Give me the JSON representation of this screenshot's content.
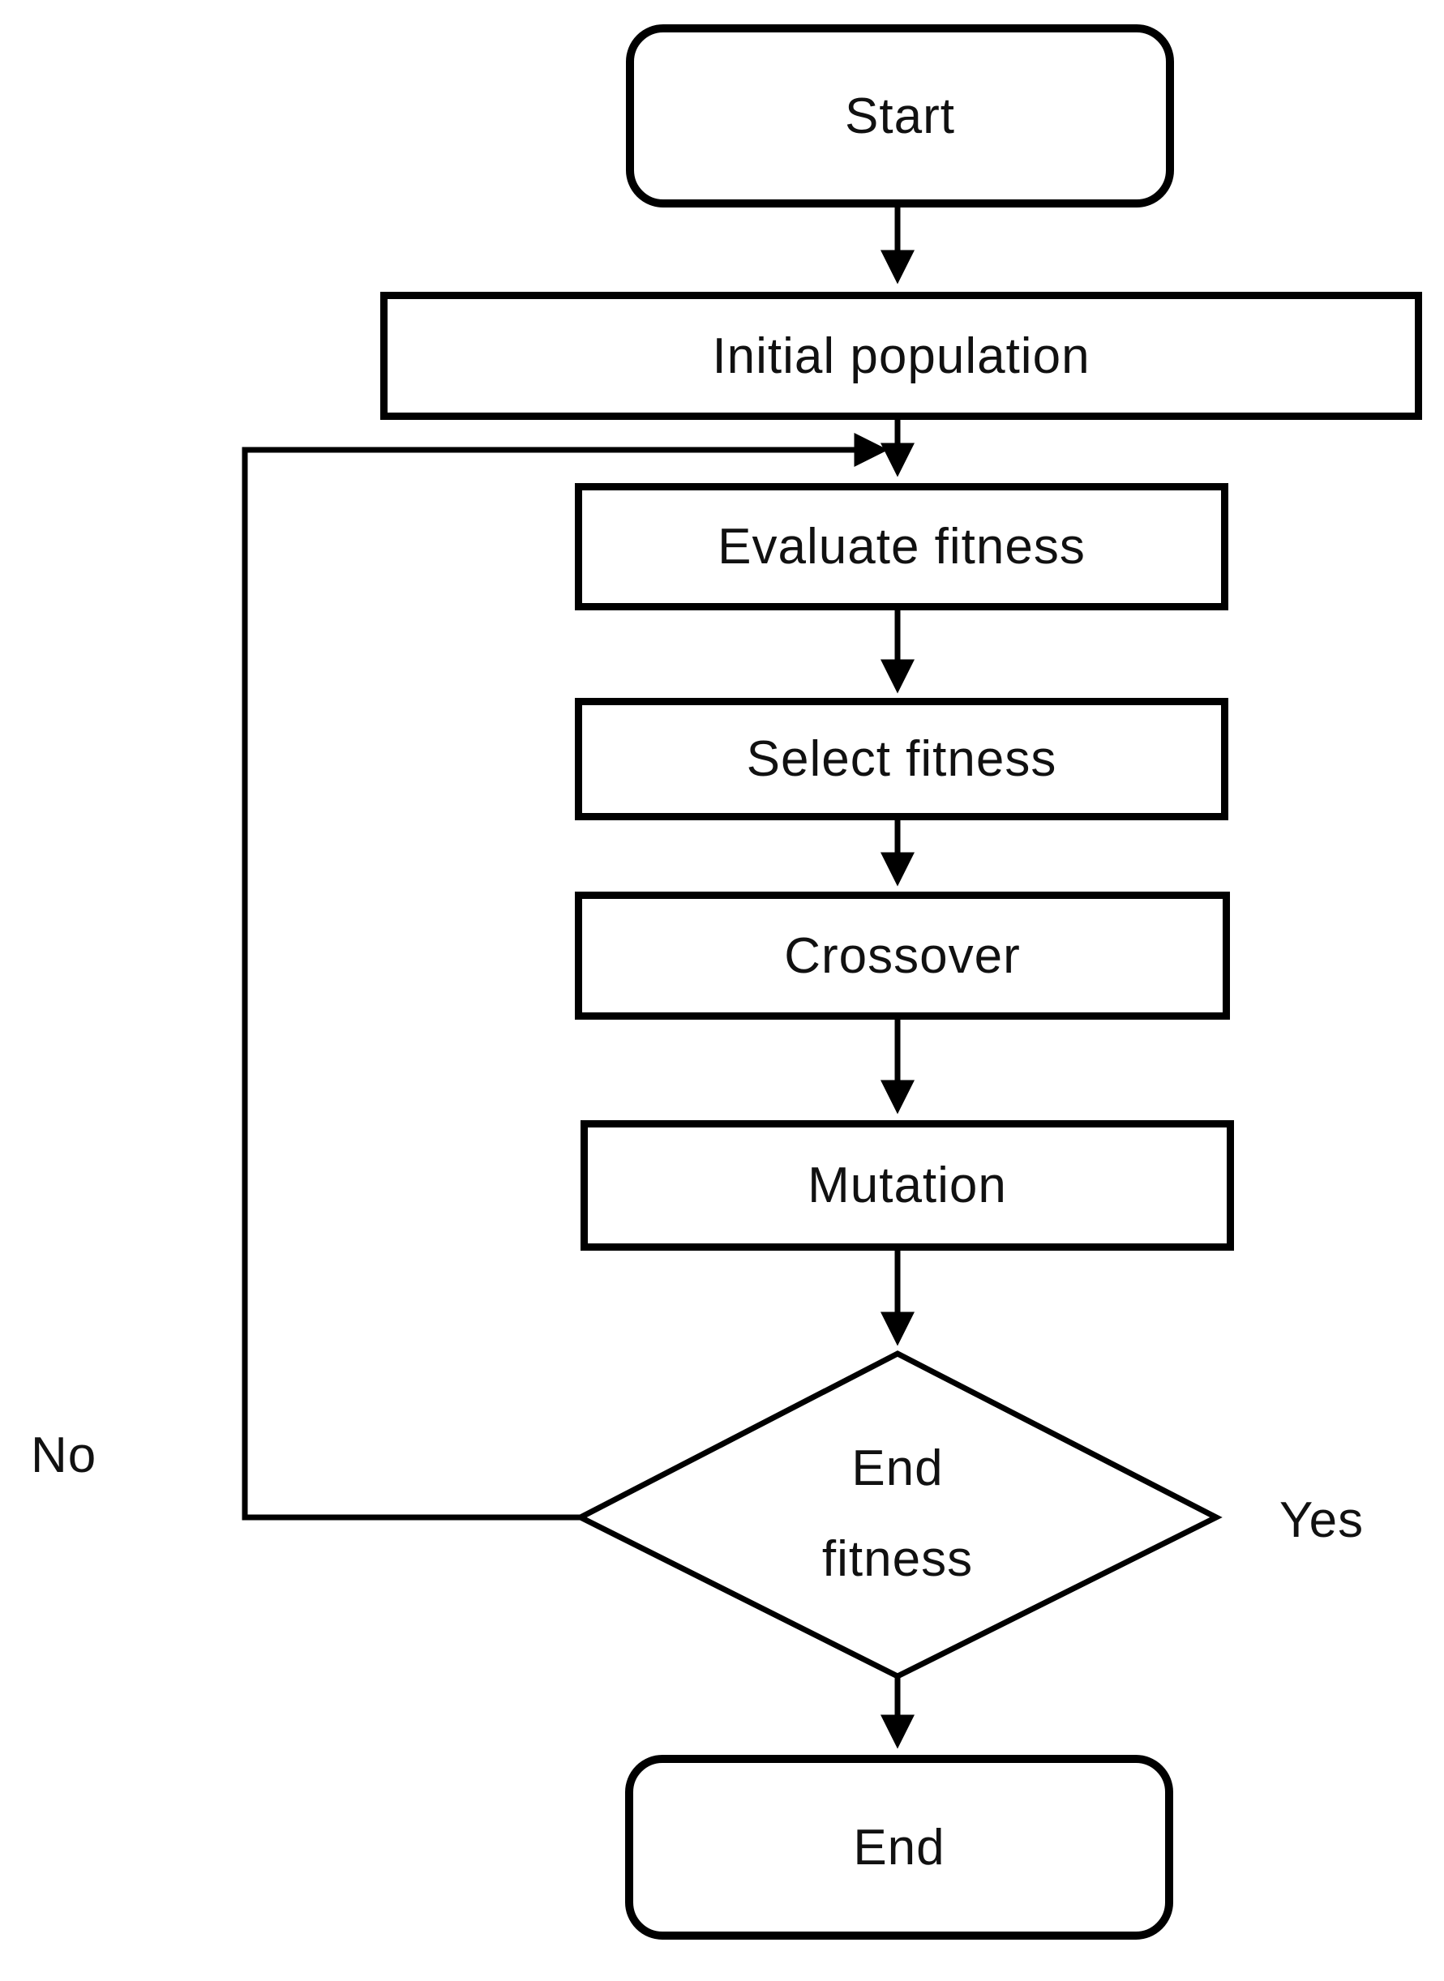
{
  "colors": {
    "background": "#ffffff",
    "stroke": "#000000",
    "text": "#111111"
  },
  "nodes": {
    "start": {
      "type": "terminal",
      "label": "Start"
    },
    "initial_population": {
      "type": "process",
      "label": "Initial population"
    },
    "evaluate_fitness": {
      "type": "process",
      "label": "Evaluate fitness"
    },
    "select_fitness": {
      "type": "process",
      "label": "Select fitness"
    },
    "crossover": {
      "type": "process",
      "label": "Crossover"
    },
    "mutation": {
      "type": "process",
      "label": "Mutation"
    },
    "end_fitness": {
      "type": "decision",
      "label_line1": "End",
      "label_line2": "fitness"
    },
    "end": {
      "type": "terminal",
      "label": "End"
    }
  },
  "edge_labels": {
    "no": "No",
    "yes": "Yes"
  }
}
